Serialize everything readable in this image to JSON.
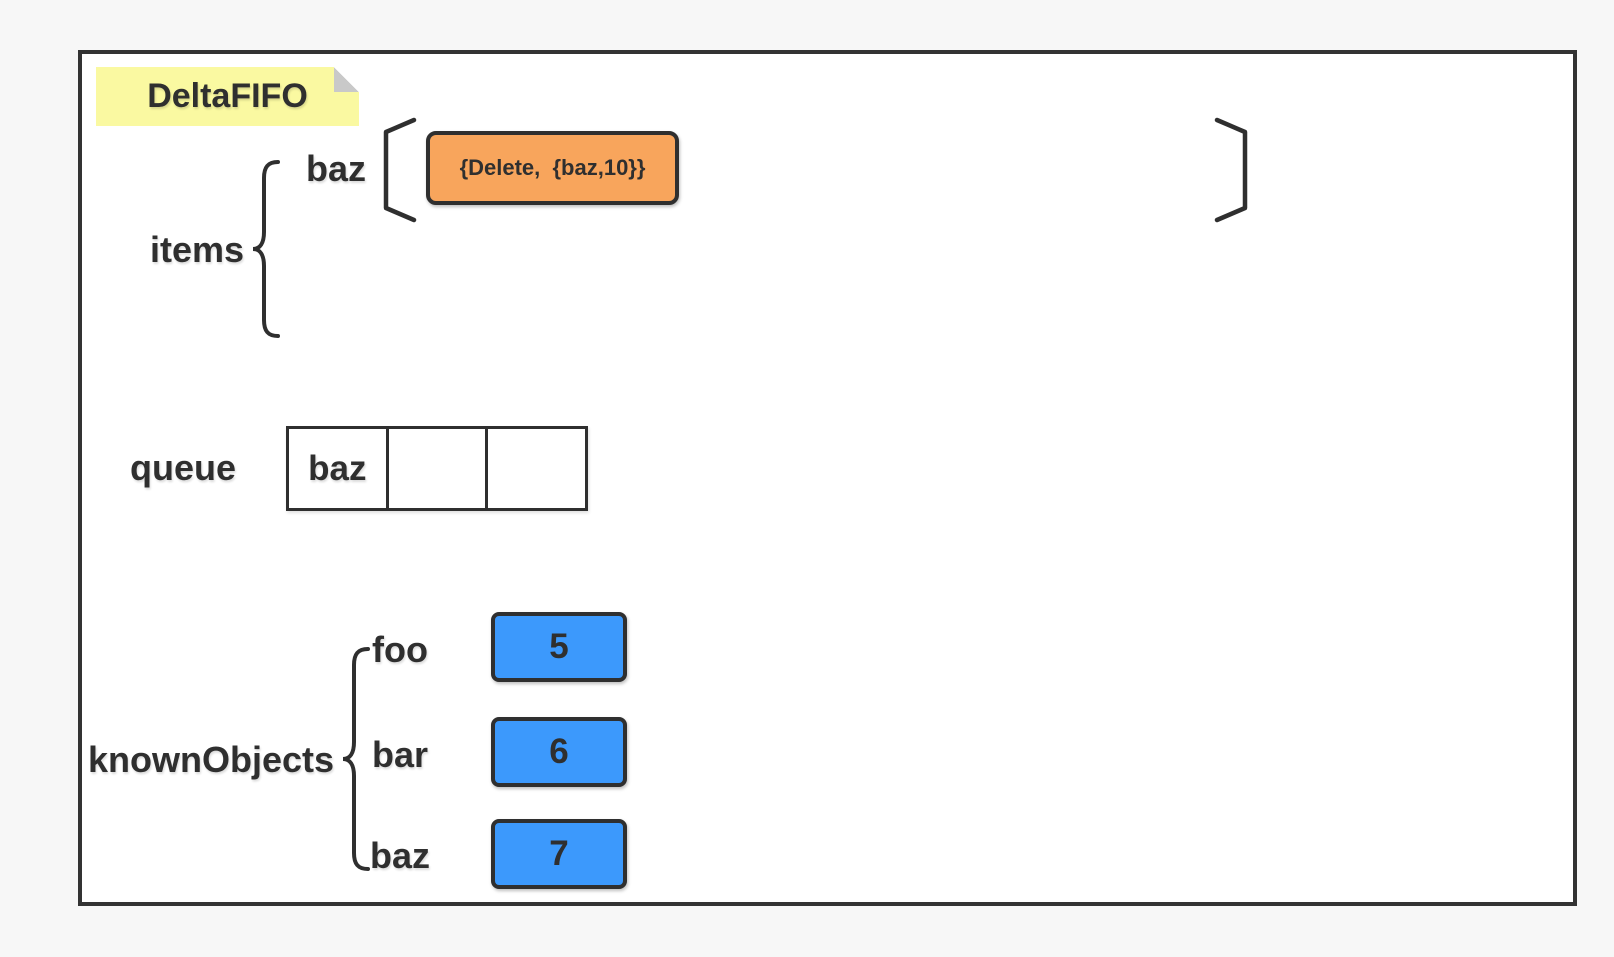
{
  "diagram": {
    "title": "DeltaFIFO",
    "items": {
      "label": "items",
      "key": "baz",
      "delta": "{Delete,  {baz,10}}"
    },
    "queue": {
      "label": "queue",
      "cells": [
        "baz",
        "",
        ""
      ]
    },
    "known_objects": {
      "label": "knownObjects",
      "rows": [
        {
          "key": "foo",
          "value": "5"
        },
        {
          "key": "bar",
          "value": "6"
        },
        {
          "key": "baz",
          "value": "7"
        }
      ]
    },
    "colors": {
      "note_yellow": "#FAF9A1",
      "note_fold_gray": "#C9C9C9",
      "delta_orange": "#F8A55C",
      "value_blue": "#3C99FC",
      "ink": "#2F2F2F",
      "page_bg": "#F7F7F7"
    }
  }
}
